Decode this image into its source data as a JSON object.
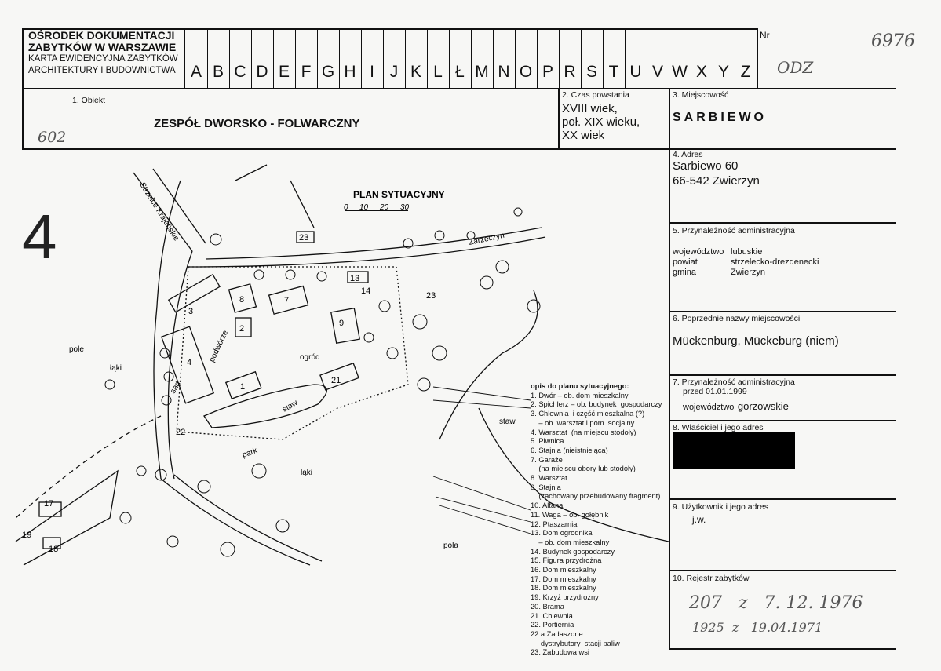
{
  "header": {
    "institution_line1": "OŚRODEK DOKUMENTACJI",
    "institution_line2": "ZABYTKÓW W WARSZAWIE",
    "card_line1": "KARTA EWIDENCYJNA ZABYTKÓW",
    "card_line2": "ARCHITEKTURY I BUDOWNICTWA",
    "letters": [
      "A",
      "B",
      "C",
      "D",
      "E",
      "F",
      "G",
      "H",
      "I",
      "J",
      "K",
      "L",
      "Ł",
      "M",
      "N",
      "O",
      "P",
      "R",
      "S",
      "T",
      "U",
      "V",
      "W",
      "X",
      "Y",
      "Z"
    ],
    "nr_label": "Nr",
    "nr_handwritten": "6976",
    "code_handwritten": "ODZ"
  },
  "object": {
    "label": "1. Obiekt",
    "name": "ZESPÓŁ DWORSKO - FOLWARCZNY",
    "handwritten": "602"
  },
  "period": {
    "label": "2. Czas powstania",
    "line1": "XVIII wiek,",
    "line2": "poł.  XIX wieku,",
    "line3": "XX wiek"
  },
  "locality": {
    "label": "3. Miejscowość",
    "value": "SARBIEWO"
  },
  "address": {
    "label": "4. Adres",
    "line1": "Sarbiewo  60",
    "line2": "66-542 Zwierzyn"
  },
  "admin": {
    "label": "5. Przynależność administracyjna",
    "rows": [
      {
        "k": "województwo",
        "v": "lubuskie"
      },
      {
        "k": "powiat",
        "v": "strzelecko-drezdenecki"
      },
      {
        "k": "gmina",
        "v": "Zwierzyn"
      }
    ]
  },
  "former_names": {
    "label": "6. Poprzednie nazwy miejscowości",
    "value": "Mückenburg, Mückeburg (niem)"
  },
  "admin_before": {
    "label": "7. Przynależność administracyjna",
    "sub": "przed 01.01.1999",
    "prefix": "województwo",
    "value": "gorzowskie"
  },
  "owner": {
    "label": "8. Właściciel i jego adres"
  },
  "user": {
    "label": "9. Użytkownik i jego adres",
    "value": "j.w."
  },
  "register": {
    "label": "10. Rejestr zabytków",
    "line1": "207   z   7. 12. 1976",
    "line2": "1925  z   19.04.1971"
  },
  "plan": {
    "title": "PLAN SYTUACYJNY",
    "scale": [
      "0",
      "10",
      "20",
      "30"
    ],
    "road_label": "Strzelce Krajeńskie",
    "road2_label": "Zarzeczyn",
    "labels": {
      "pole": "pole",
      "laki1": "łąki",
      "laki2": "łąki",
      "staw1": "staw",
      "staw2": "staw",
      "pola": "pola",
      "ogrod": "ogród",
      "podworze": "podwórze",
      "sad": "sad",
      "park": "park"
    },
    "side_mark": "4"
  },
  "legend": {
    "title": "opis do planu sytuacyjnego:",
    "items": [
      "1. Dwór – ob. dom mieszkalny",
      "2. Spichlerz – ob. budynek  gospodarczy",
      "3. Chlewnia  i część mieszkalna (?)",
      "    – ob. warsztat i pom. socjalny",
      "4. Warsztat  (na miejscu stodoły)",
      "5. Piwnica",
      "6. Stajnia (nieistniejąca)",
      "7. Garaże",
      "    (na miejscu obory lub stodoły)",
      "8. Warsztat",
      "9. Stajnia",
      "    (zachowany przebudowany fragment)",
      "10. Altana",
      "11. Waga – ob. gołębnik",
      "12. Ptaszarnia",
      "13. Dom ogrodnika",
      "    – ob. dom mieszkalny",
      "14. Budynek gospodarczy",
      "15. Figura przydrożna",
      "16. Dom mieszkalny",
      "17. Dom mieszkalny",
      "18. Dom mieszkalny",
      "19. Krzyż przydrożny",
      "20. Brama",
      "21. Chlewnia",
      "22. Portiernia",
      "22.a Zadaszone",
      "     dystrybutory  stacji paliw",
      "23. Zabudowa wsi"
    ]
  }
}
